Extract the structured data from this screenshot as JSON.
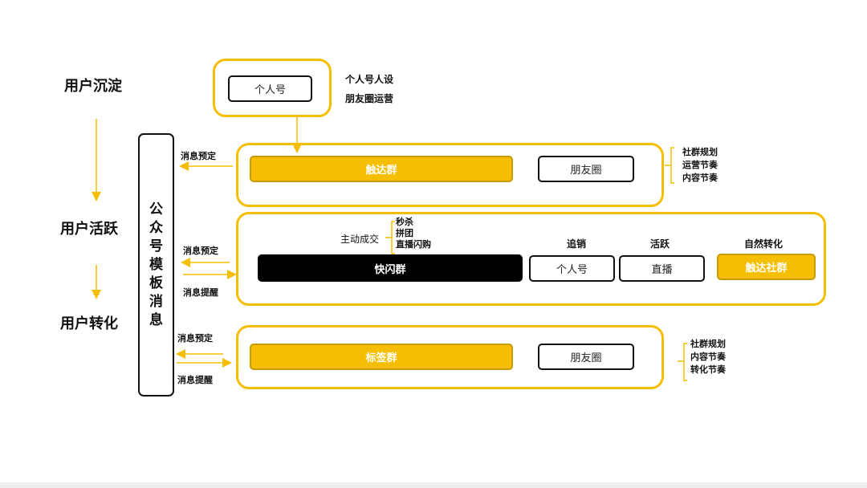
{
  "stages": [
    "用户沉淀",
    "用户活跃",
    "用户转化"
  ],
  "template_message": [
    "公",
    "众",
    "号",
    "模",
    "板",
    "消",
    "息"
  ],
  "top_box": {
    "button": "个人号",
    "notes": [
      "个人号人设",
      "朋友圈运营"
    ]
  },
  "reach_section": {
    "arrow_label": "消息预定",
    "main_button": "触达群",
    "side_button": "朋友圈",
    "notes": [
      "社群规划",
      "运营节奏",
      "内容节奏"
    ]
  },
  "flash_section": {
    "arrow_label_in": "消息预定",
    "arrow_label_out": "消息提醒",
    "deal_label": "主动成交",
    "deal_items": [
      "秒杀",
      "拼团",
      "直播闪购"
    ],
    "main_button": "快闪群",
    "columns": [
      {
        "label": "追销",
        "button": "个人号"
      },
      {
        "label": "活跃",
        "button": "直播"
      },
      {
        "label": "自然转化",
        "button": "触达社群"
      }
    ]
  },
  "tag_section": {
    "arrow_label_in": "消息预定",
    "arrow_label_out": "消息提醒",
    "main_button": "标签群",
    "side_button": "朋友圈",
    "notes": [
      "社群规划",
      "内容节奏",
      "转化节奏"
    ]
  },
  "colors": {
    "accent": "#F5BE00",
    "dark": "#000000"
  }
}
